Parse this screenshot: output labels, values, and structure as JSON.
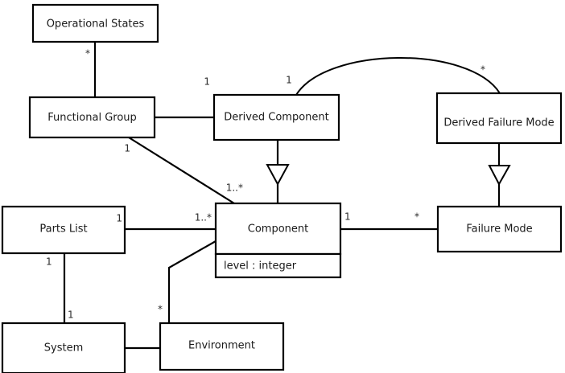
{
  "diagram": {
    "type": "uml-class-diagram",
    "title": "",
    "background_color": "#ffffff",
    "line_color": "#000000",
    "text_color": "#1a1a1a"
  },
  "classes": {
    "operational_states": {
      "name": "Operational States"
    },
    "functional_group": {
      "name": "Functional Group"
    },
    "derived_component": {
      "name": "Derived Component"
    },
    "derived_failure_mode": {
      "name": "Derived Failure Mode"
    },
    "parts_list": {
      "name": "Parts List"
    },
    "component": {
      "name": "Component",
      "attribute": "level : integer"
    },
    "failure_mode": {
      "name": "Failure Mode"
    },
    "system": {
      "name": "System"
    },
    "environment": {
      "name": "Environment"
    }
  },
  "multiplicities": {
    "op_states_to_fg": "*",
    "fg_to_derived_comp": "1",
    "fg_to_component": "1",
    "fg_to_component_far": "1..*",
    "derived_comp_curve": "1",
    "derived_fm_curve": "*",
    "parts_list_to_component": "1",
    "parts_list_to_component_far": "1..*",
    "parts_list_to_system": "1",
    "system_to_parts_list": "1",
    "component_to_failure_mode": "1",
    "failure_mode_to_component": "*",
    "environment_to_component": "*"
  }
}
